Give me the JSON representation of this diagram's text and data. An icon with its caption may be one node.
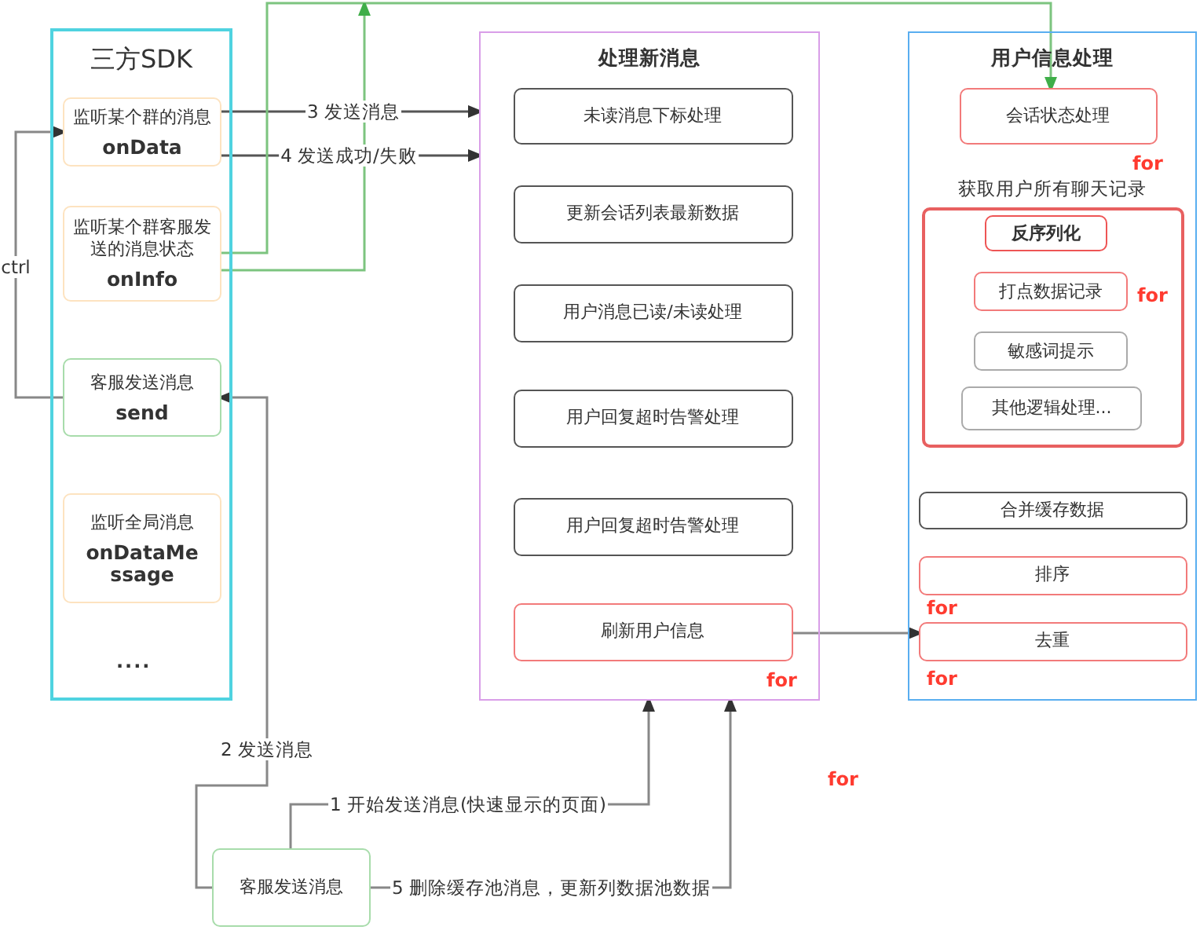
{
  "diagram": {
    "nodes": [
      {
        "text": [
          "三方SDK"
        ]
      },
      {
        "text": [
          "监听某个群的消息",
          "onData"
        ],
        "in": 0
      },
      {
        "text": [
          "监听某个群客服发送的消息状态",
          "onInfo"
        ],
        "in": 0
      },
      {
        "text": [
          "客服发送消息",
          "send"
        ],
        "in": 0
      },
      {
        "text": [
          "监听全局消息",
          "onDataMessage"
        ],
        "in": 0
      },
      {
        "text": [
          "处理新消息"
        ]
      },
      {
        "text": [
          "未读消息下标处理"
        ],
        "in": 5
      },
      {
        "text": [
          "更新会话列表最新数据"
        ],
        "in": 5
      },
      {
        "text": [
          "用户消息已读/未读处理"
        ],
        "in": 5
      },
      {
        "text": [
          "用户回复超时告警处理"
        ],
        "in": 5
      },
      {
        "text": [
          "用户回复超时告警处理"
        ],
        "in": 5
      },
      {
        "text": [
          "刷新用户信息"
        ],
        "in": 5,
        "beside": [
          "for"
        ]
      },
      {
        "text": [
          "用户信息处理"
        ]
      },
      {
        "text": [
          "会话状态处理"
        ],
        "in": 12,
        "beside": [
          "for"
        ]
      },
      {
        "text": [
          "获取用户所有聊天记录"
        ],
        "in": 12
      },
      {
        "text": [
          "反序列化"
        ],
        "in": 14
      },
      {
        "text": [
          "打点数据记录"
        ],
        "in": 14,
        "beside": [
          "for"
        ]
      },
      {
        "text": [
          "敏感词提示"
        ],
        "in": 14
      },
      {
        "text": [
          "其他逻辑处理..."
        ],
        "in": 14
      },
      {
        "text": [
          "合并缓存数据"
        ],
        "in": 12
      },
      {
        "text": [
          "排序"
        ],
        "in": 12,
        "beside": [
          "for"
        ]
      },
      {
        "text": [
          "去重"
        ],
        "in": 12,
        "beside": [
          "for"
        ]
      },
      {
        "text": [
          "客服发送消息"
        ]
      }
    ],
    "edges": [
      {
        "from": 1,
        "to": 5,
        "arrow": "to",
        "label": "3 发送消息"
      },
      {
        "from": 1,
        "to": 5,
        "arrow": "to",
        "label": "4 发送成功/失败"
      },
      {
        "from": 2,
        "to": 13,
        "arrow": "to",
        "color": "#7cc47f"
      },
      {
        "from": 2,
        "to": null,
        "arrow": "to",
        "color": "#7cc47f"
      },
      {
        "from": 3,
        "to": 1,
        "arrow": "to",
        "label": "ctrl"
      },
      {
        "from": 22,
        "to": 3,
        "arrow": "to",
        "label": "2 发送消息"
      },
      {
        "from": 22,
        "to": 5,
        "arrow": "to",
        "label": "1 开始发送消息(快速显示的页面)"
      },
      {
        "from": 22,
        "to": 5,
        "arrow": "to",
        "label": "5 删除缓存池消息，更新列数据池数据"
      },
      {
        "from": 11,
        "to": 21,
        "arrow": "to"
      }
    ],
    "labels": [
      "....",
      "for"
    ]
  }
}
